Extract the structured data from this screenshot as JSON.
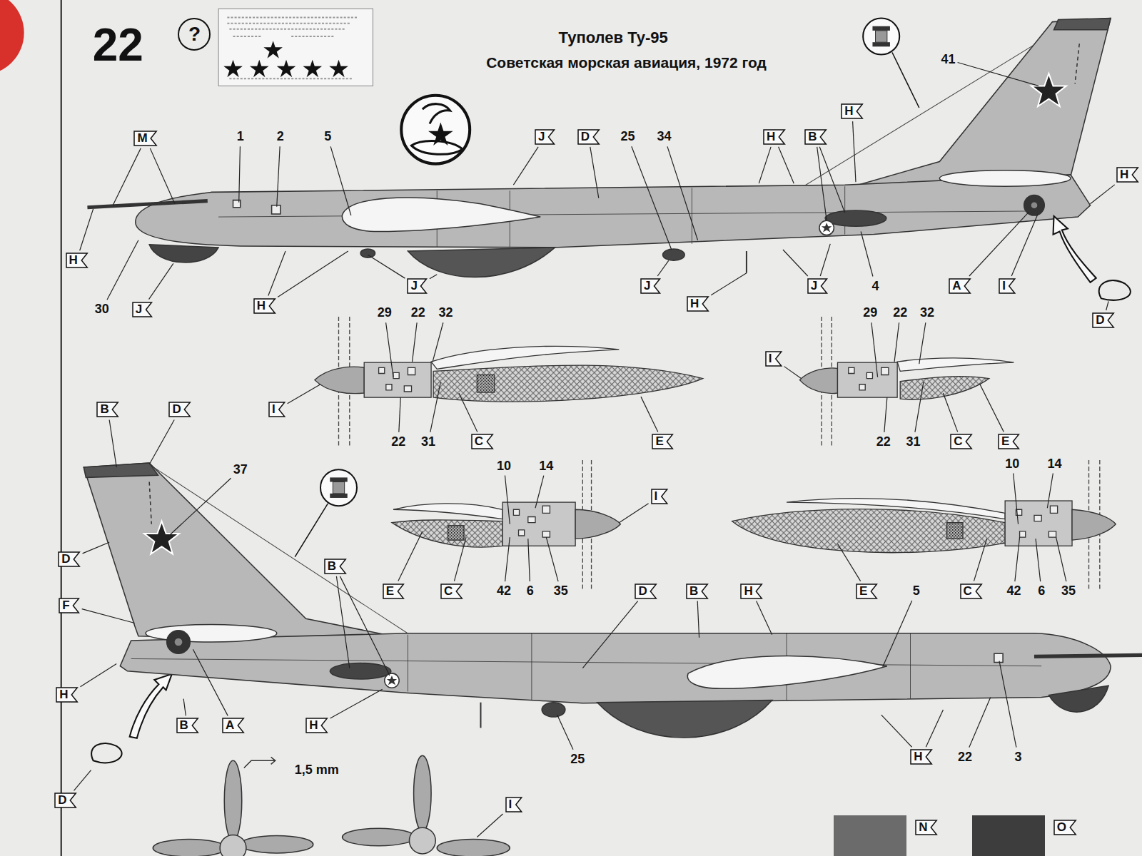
{
  "diagram": {
    "title": "Туполев Ту-95",
    "nodes": [
      {
        "text": [
          "?"
        ]
      },
      {
        "text": [
          "M"
        ]
      },
      {
        "text": [
          "J"
        ]
      },
      {
        "text": [
          "D"
        ]
      },
      {
        "text": [
          "H"
        ]
      },
      {
        "text": [
          "B"
        ]
      },
      {
        "text": [
          "H"
        ]
      },
      {
        "text": [
          "H"
        ]
      },
      {
        "text": [
          "H"
        ]
      },
      {
        "text": [
          "J"
        ]
      },
      {
        "text": [
          "H"
        ]
      },
      {
        "text": [
          "J"
        ]
      },
      {
        "text": [
          "J"
        ]
      },
      {
        "text": [
          "H"
        ]
      },
      {
        "text": [
          "J"
        ]
      },
      {
        "text": [
          "A"
        ]
      },
      {
        "text": [
          "I"
        ]
      },
      {
        "text": [
          "D"
        ]
      },
      {
        "text": [
          "I"
        ]
      },
      {
        "text": [
          "I"
        ]
      },
      {
        "text": [
          "C"
        ]
      },
      {
        "text": [
          "E"
        ]
      },
      {
        "text": [
          "C"
        ]
      },
      {
        "text": [
          "E"
        ]
      },
      {
        "text": [
          "B"
        ]
      },
      {
        "text": [
          "D"
        ]
      },
      {
        "text": [
          "I"
        ]
      },
      {
        "text": [
          "D"
        ]
      },
      {
        "text": [
          "B"
        ]
      },
      {
        "text": [
          "E"
        ]
      },
      {
        "text": [
          "C"
        ]
      },
      {
        "text": [
          "D"
        ]
      },
      {
        "text": [
          "B"
        ]
      },
      {
        "text": [
          "H"
        ]
      },
      {
        "text": [
          "E"
        ]
      },
      {
        "text": [
          "C"
        ]
      },
      {
        "text": [
          "F"
        ]
      },
      {
        "text": [
          "H"
        ]
      },
      {
        "text": [
          "B"
        ]
      },
      {
        "text": [
          "A"
        ]
      },
      {
        "text": [
          "H"
        ]
      },
      {
        "text": [
          "H"
        ]
      },
      {
        "text": [
          "D"
        ]
      },
      {
        "text": [
          "I"
        ]
      }
    ],
    "labels": [
      "Советская морская авиация, 1972 год",
      "22",
      "1",
      "2",
      "5",
      "25",
      "34",
      "41",
      "30",
      "4",
      "29",
      "22",
      "32",
      "22",
      "31",
      "29",
      "22",
      "32",
      "22",
      "31",
      "10",
      "14",
      "42",
      "6",
      "35",
      "37",
      "10",
      "14",
      "42",
      "6",
      "35",
      "5",
      "1,5 mm",
      "25",
      "22",
      "3"
    ],
    "legend": [
      {
        "text": "N",
        "color": "#6b6b6b"
      },
      {
        "text": "O",
        "color": "#3d3d3d"
      }
    ]
  }
}
